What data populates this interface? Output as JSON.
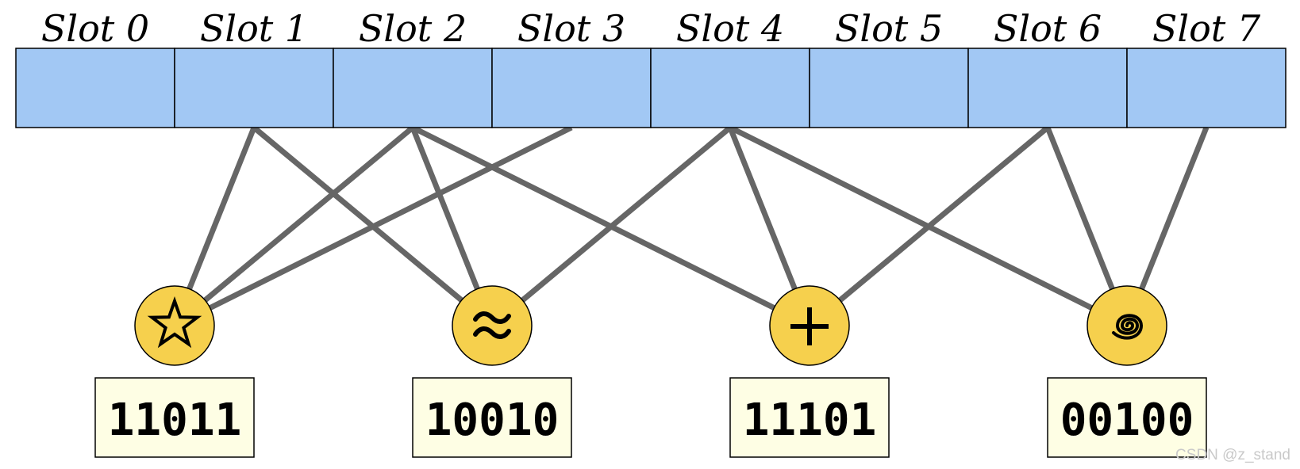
{
  "slots": [
    {
      "label": "Slot 0"
    },
    {
      "label": "Slot 1"
    },
    {
      "label": "Slot 2"
    },
    {
      "label": "Slot 3"
    },
    {
      "label": "Slot 4"
    },
    {
      "label": "Slot 5"
    },
    {
      "label": "Slot 6"
    },
    {
      "label": "Slot 7"
    }
  ],
  "items": [
    {
      "icon": "star-icon",
      "bits": "11011",
      "hash_slots": [
        1,
        2,
        3
      ]
    },
    {
      "icon": "approx-icon",
      "bits": "10010",
      "hash_slots": [
        1,
        2,
        4
      ]
    },
    {
      "icon": "plus-icon",
      "bits": "11101",
      "hash_slots": [
        2,
        4,
        6
      ]
    },
    {
      "icon": "spiral-icon",
      "bits": "00100",
      "hash_slots": [
        4,
        6,
        7
      ]
    }
  ],
  "colors": {
    "slot_fill": "#a2c8f4",
    "node_fill": "#f6d04d",
    "bits_box_fill": "#fefee4",
    "edge": "#666666"
  },
  "watermark": "CSDN @z_stand"
}
